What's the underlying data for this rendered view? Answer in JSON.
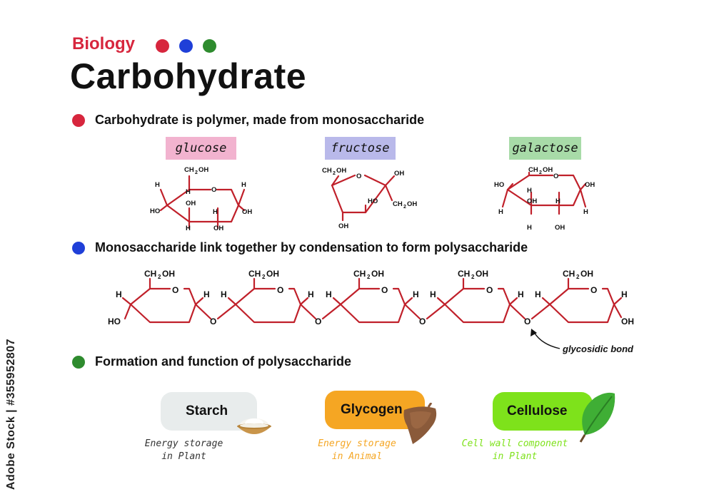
{
  "header": {
    "subject": "Biology",
    "title": "Carbohydrate",
    "dots": [
      "#d7263d",
      "#1f3fd8",
      "#2e8b2e"
    ]
  },
  "sections": {
    "mono": {
      "color": "#d7263d",
      "heading": "Carbohydrate is polymer, made from monosaccharide"
    },
    "poly": {
      "color": "#1f3fd8",
      "heading": "Monosaccharide link together by condensation to form polysaccharide"
    },
    "func": {
      "color": "#2e8b2e",
      "heading": "Formation and function of polysaccharide"
    }
  },
  "monosaccharides": [
    {
      "name": "glucose",
      "color": "#f2b3cf"
    },
    {
      "name": "fructose",
      "color": "#b9b9ea"
    },
    {
      "name": "galactose",
      "color": "#a8dba8"
    }
  ],
  "formula": {
    "ch2oh": "CH",
    "sub2": "2",
    "oh_suffix": "OH",
    "o": "O",
    "h": "H",
    "ho": "HO",
    "oh": "OH"
  },
  "glycosidic_bond_label": "glycosidic bond",
  "polysaccharides": [
    {
      "name": "Starch",
      "color": "#e8ecec",
      "caption_line1": "Energy storage",
      "caption_line2": "in Plant",
      "caption_color": "#333333",
      "icon": "flour-bowl-icon"
    },
    {
      "name": "Glycogen",
      "color": "#f5a623",
      "caption_line1": "Energy storage",
      "caption_line2": "in Animal",
      "caption_color": "#f5a623",
      "icon": "liver-icon"
    },
    {
      "name": "Cellulose",
      "color": "#7ee21b",
      "caption_line1": "Cell wall component",
      "caption_line2": "in Plant",
      "caption_color": "#7ee21b",
      "icon": "leaf-icon"
    }
  ],
  "bond_color": "#c0202a",
  "credit": "Adobe Stock | #355952807"
}
